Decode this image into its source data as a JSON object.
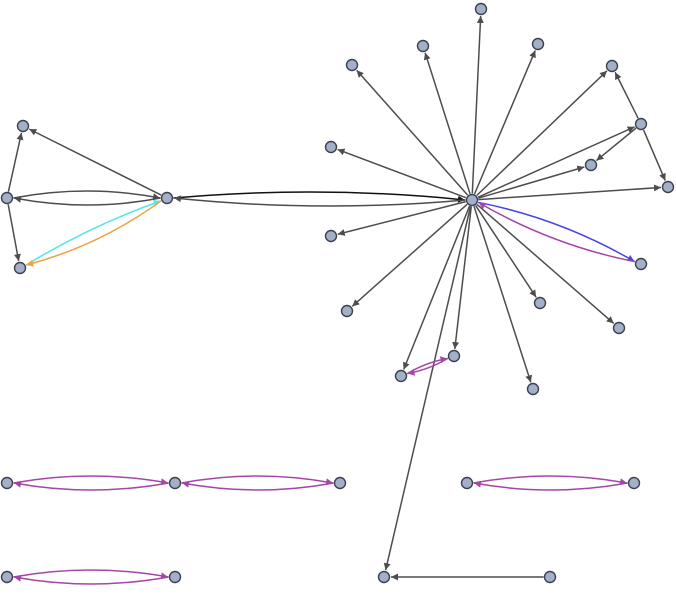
{
  "diagram": {
    "type": "directed-graph",
    "colors": {
      "node_fill": "#a3b0c8",
      "node_stroke": "#3a4150",
      "dark": "#4d4d4d",
      "purple": "#a446a6",
      "blue": "#4545e8",
      "cyan": "#4de8e8",
      "orange": "#f2a040",
      "black": "#111111"
    },
    "nodes": [
      "n1",
      "n2",
      "n3",
      "n4",
      "n5",
      "n6",
      "n7",
      "n8",
      "n9",
      "n10",
      "n11",
      "n12",
      "n13",
      "n14",
      "n15",
      "n16",
      "n17",
      "n18",
      "n19",
      "n20",
      "n21",
      "n22",
      "n23",
      "n24",
      "n25",
      "n26",
      "n27",
      "n28",
      "n29",
      "n30",
      "n31",
      "n32",
      "n33"
    ],
    "edges": [
      {
        "from": "n2",
        "to": "n1",
        "color": "dark"
      },
      {
        "from": "n2",
        "to": "n4",
        "color": "dark"
      },
      {
        "from": "n2",
        "to": "n3",
        "color": "dark"
      },
      {
        "from": "n4",
        "to": "n1",
        "color": "dark"
      },
      {
        "from": "n4",
        "to": "n2",
        "color": "dark"
      },
      {
        "from": "n3",
        "to": "n4",
        "color": "cyan"
      },
      {
        "from": "n4",
        "to": "n3",
        "color": "orange"
      },
      {
        "from": "n4",
        "to": "n8",
        "color": "black"
      },
      {
        "from": "n8",
        "to": "n4",
        "color": "dark"
      },
      {
        "from": "n8",
        "to": "n6",
        "color": "dark"
      },
      {
        "from": "n8",
        "to": "n7",
        "color": "dark"
      },
      {
        "from": "n8",
        "to": "n9",
        "color": "dark"
      },
      {
        "from": "n8",
        "to": "n10",
        "color": "dark"
      },
      {
        "from": "n8",
        "to": "n11",
        "color": "dark"
      },
      {
        "from": "n8",
        "to": "n12",
        "color": "dark"
      },
      {
        "from": "n8",
        "to": "n13",
        "color": "dark"
      },
      {
        "from": "n8",
        "to": "n14",
        "color": "dark"
      },
      {
        "from": "n8",
        "to": "n15",
        "color": "dark"
      },
      {
        "from": "n8",
        "to": "n16",
        "color": "dark"
      },
      {
        "from": "n8",
        "to": "n17",
        "color": "dark"
      },
      {
        "from": "n8",
        "to": "n18",
        "color": "dark"
      },
      {
        "from": "n8",
        "to": "n19",
        "color": "dark"
      },
      {
        "from": "n8",
        "to": "n20",
        "color": "dark"
      },
      {
        "from": "n8",
        "to": "n21",
        "color": "dark"
      },
      {
        "from": "n8",
        "to": "n22",
        "color": "dark"
      },
      {
        "from": "n8",
        "to": "n23",
        "color": "dark"
      },
      {
        "from": "n8",
        "to": "n24",
        "color": "dark"
      },
      {
        "from": "n8",
        "to": "n25",
        "color": "blue"
      },
      {
        "from": "n25",
        "to": "n8",
        "color": "purple"
      },
      {
        "from": "n14",
        "to": "n13",
        "color": "dark"
      },
      {
        "from": "n14",
        "to": "n15",
        "color": "dark"
      },
      {
        "from": "n14",
        "to": "n16",
        "color": "dark"
      },
      {
        "from": "n22",
        "to": "n21",
        "color": "purple"
      },
      {
        "from": "n21",
        "to": "n22",
        "color": "purple"
      },
      {
        "from": "n26",
        "to": "n27",
        "color": "purple"
      },
      {
        "from": "n27",
        "to": "n26",
        "color": "purple"
      },
      {
        "from": "n27",
        "to": "n28",
        "color": "purple"
      },
      {
        "from": "n28",
        "to": "n27",
        "color": "purple"
      },
      {
        "from": "n29",
        "to": "n30",
        "color": "purple"
      },
      {
        "from": "n30",
        "to": "n29",
        "color": "purple"
      },
      {
        "from": "n31",
        "to": "n32",
        "color": "purple"
      },
      {
        "from": "n32",
        "to": "n31",
        "color": "purple"
      },
      {
        "from": "n33",
        "to": "n23",
        "color": "dark"
      }
    ]
  }
}
